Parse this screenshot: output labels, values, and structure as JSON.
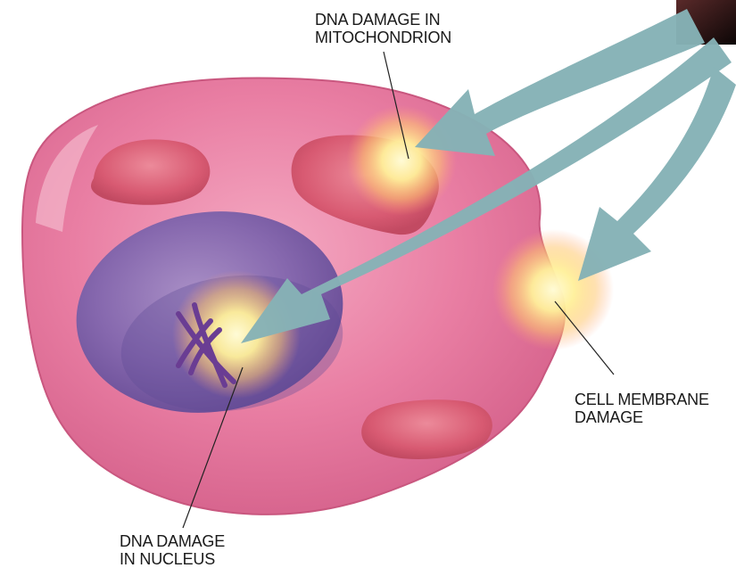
{
  "labels": {
    "mitochondrion": [
      "DNA DAMAGE IN",
      "MITOCHONDRION"
    ],
    "membrane": [
      "CELL MEMBRANE",
      "DAMAGE"
    ],
    "nucleus": [
      "DNA DAMAGE",
      "IN NUCLEUS"
    ]
  },
  "colors": {
    "cell": "#e6799e",
    "cell_edge": "#cf5f86",
    "mitochondrion": "#d85a72",
    "nucleus": "#7f5ea6",
    "arrow": "#86b2b6",
    "glow": "#fff3a0",
    "chromosome": "#6a3d93"
  }
}
